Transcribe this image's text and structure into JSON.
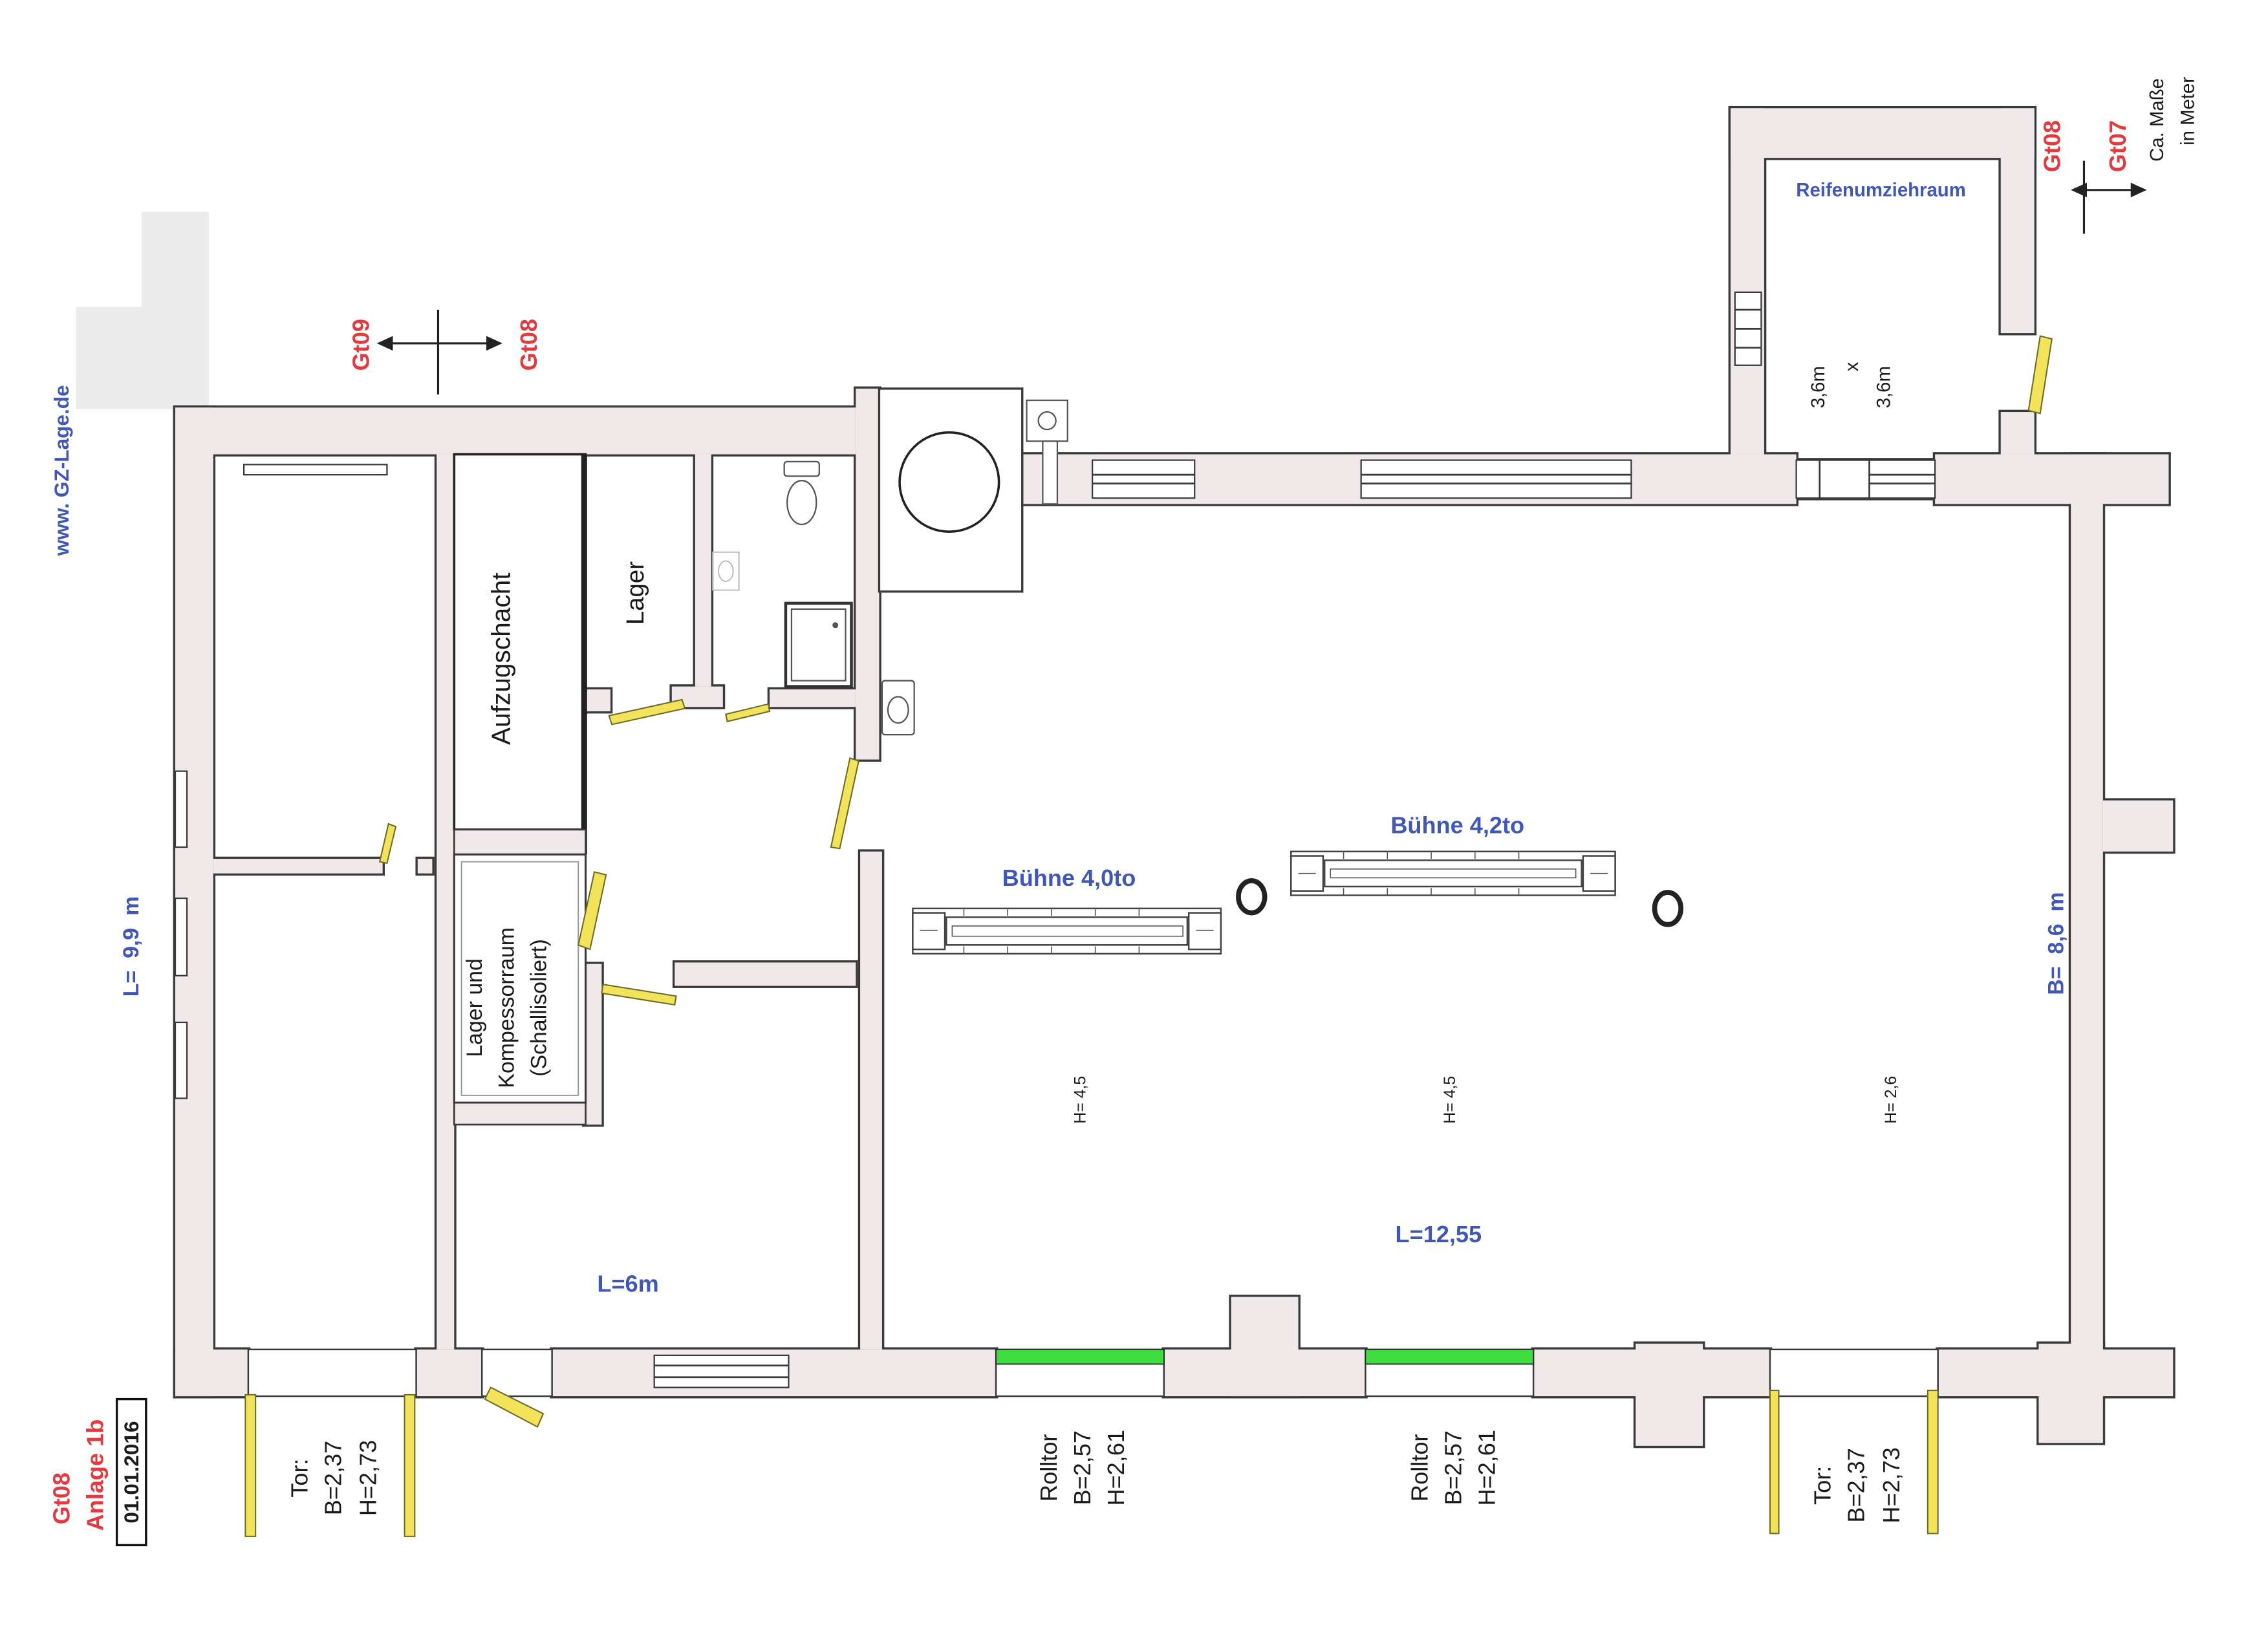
{
  "website": "www. GZ-Lage.de",
  "section_markers": [
    {
      "from": "Gt09",
      "to": "Gt08"
    },
    {
      "from": "Gt08",
      "to": "Gt07"
    }
  ],
  "units_note": [
    "Ca. Maße",
    "in Meter"
  ],
  "rooms": {
    "tire_room": {
      "name": "Reifenumziehraum",
      "size": [
        "3,6m",
        "x",
        "3,6m"
      ]
    },
    "elevator_shaft": "Aufzugschacht",
    "storage": "Lager",
    "compressor_room": [
      "Lager und",
      "Kompessorraum",
      "(Schallisoliert)"
    ]
  },
  "lifts": [
    "Bühne 4,0to",
    "Bühne 4,2to"
  ],
  "dimensions": {
    "building_length": "L=  9,9  m",
    "building_width": "B=  8,6  m",
    "hall_length": "L=12,55",
    "side_room_length": "L=6m",
    "ceiling_heights": [
      "H= 4,5",
      "H= 4,5",
      "H= 2,6"
    ]
  },
  "doors": [
    [
      "Tor:",
      "B=2,37",
      "H=2,73"
    ],
    [
      "Rolltor",
      "B=2,57",
      "H=2,61"
    ],
    [
      "Rolltor",
      "B=2,57",
      "H=2,61"
    ],
    [
      "Tor:",
      "B=2,37",
      "H=2,73"
    ]
  ],
  "document": {
    "code": "Gt08",
    "attachment": "Anlage 1b",
    "date": "01.01.2016"
  },
  "colors": {
    "label_blue": "#4157b5",
    "marker_red": "#e23b3f",
    "door_yellow": "#f2e35a",
    "rolltor_green": "#3fdc3f",
    "wall_fill": "#f1e9e9"
  }
}
